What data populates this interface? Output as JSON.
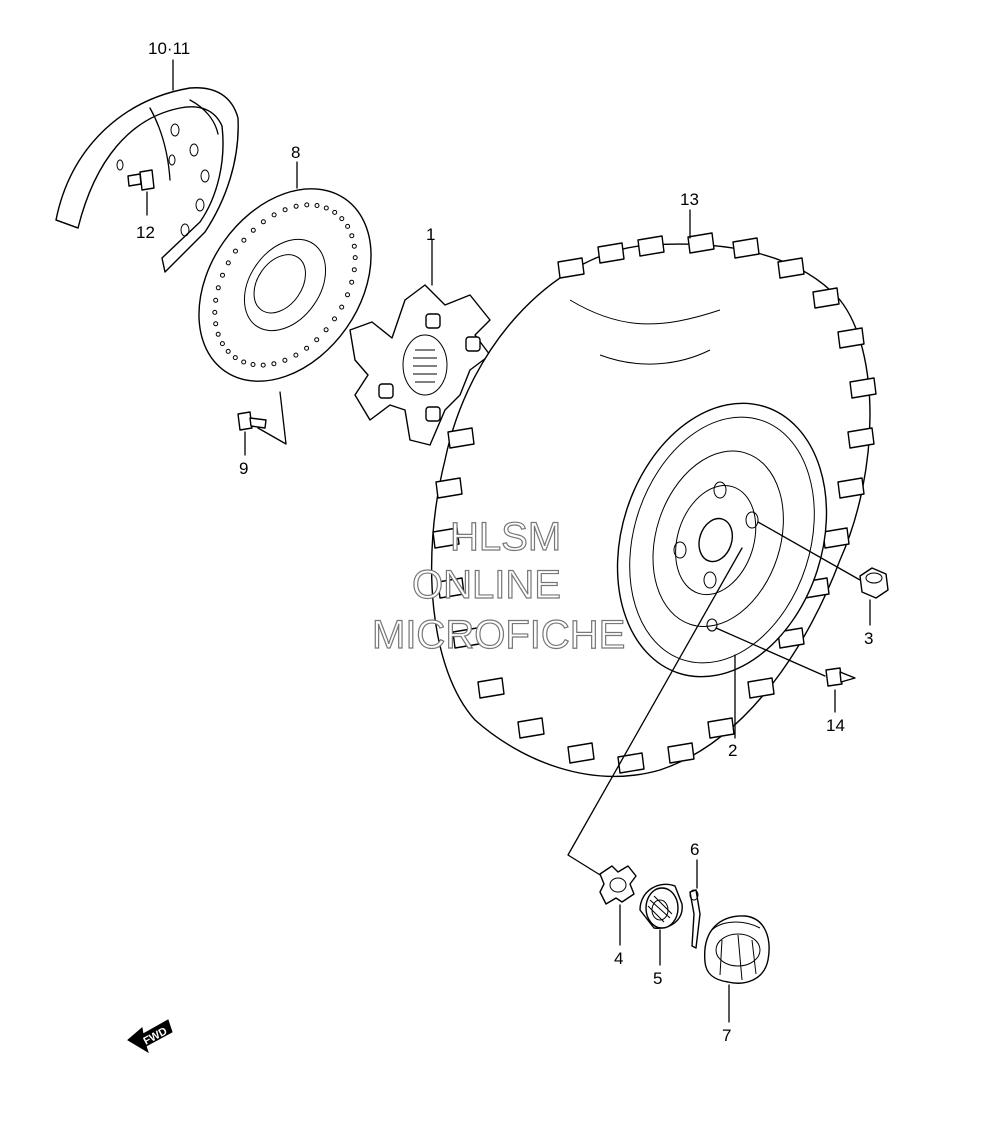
{
  "callouts": {
    "c1": "1",
    "c2": "2",
    "c3": "3",
    "c4": "4",
    "c5": "5",
    "c6": "6",
    "c7": "7",
    "c8": "8",
    "c9": "9",
    "c10_11": "10·11",
    "c12": "12",
    "c13": "13",
    "c14": "14"
  },
  "watermark": {
    "line1": "HLSM",
    "line2": "ONLINE",
    "line3": "MICROFICHE"
  },
  "fwd_label": "FWD",
  "colors": {
    "ink": "#000000",
    "paper": "#ffffff",
    "watermark_outline": "#777777"
  }
}
